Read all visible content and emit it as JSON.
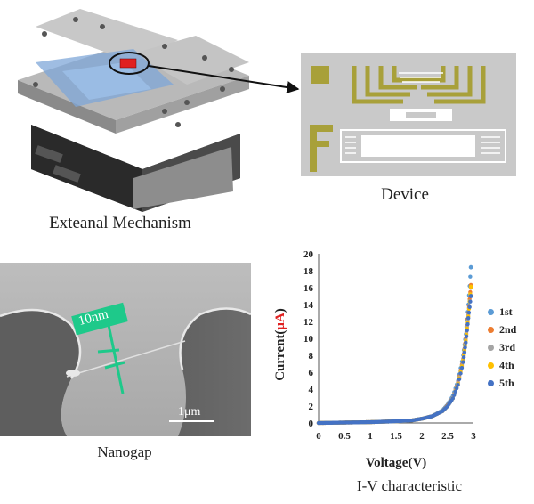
{
  "panels": {
    "mechanism": {
      "caption": "Exteanal Mechanism"
    },
    "device": {
      "caption": "Device"
    },
    "nanogap": {
      "caption": "Nanogap",
      "gap_label": "10nm",
      "scale_label": "1μm"
    },
    "iv": {
      "caption": "I-V characteristic"
    }
  },
  "colors": {
    "device_bg": "#c9c9c9",
    "electrode": "#a8a03a",
    "accent_red": "#e02020",
    "sem_marker": "#1ec98a"
  },
  "chart_data": {
    "type": "scatter",
    "xlabel": "Voltage(V)",
    "ylabel_prefix": "Current(",
    "ylabel_unit": "μA",
    "ylabel_suffix": ")",
    "xlim": [
      0,
      3
    ],
    "ylim": [
      0,
      20
    ],
    "xticks": [
      "0",
      "0.5",
      "1",
      "1.5",
      "2",
      "2.5",
      "3"
    ],
    "yticks": [
      "0",
      "2",
      "4",
      "6",
      "8",
      "10",
      "12",
      "14",
      "16",
      "18",
      "20"
    ],
    "legend_position": "right",
    "series": [
      {
        "name": "1st",
        "color": "#5b9bd5",
        "x": [
          0,
          0.5,
          1.0,
          1.5,
          1.8,
          2.0,
          2.2,
          2.4,
          2.5,
          2.6,
          2.7,
          2.8,
          2.85,
          2.9,
          2.95
        ],
        "y": [
          0,
          0.05,
          0.1,
          0.2,
          0.3,
          0.5,
          0.8,
          1.5,
          2.2,
          3.2,
          5.0,
          8.0,
          10.5,
          14.0,
          18.4
        ]
      },
      {
        "name": "2nd",
        "color": "#ed7d31",
        "x": [
          0,
          0.5,
          1.0,
          1.5,
          1.8,
          2.0,
          2.2,
          2.4,
          2.5,
          2.6,
          2.7,
          2.8,
          2.85,
          2.9,
          2.95
        ],
        "y": [
          0,
          0.05,
          0.1,
          0.2,
          0.3,
          0.5,
          0.8,
          1.4,
          2.1,
          3.0,
          4.8,
          7.6,
          10.0,
          13.0,
          16.3
        ]
      },
      {
        "name": "3rd",
        "color": "#a5a5a5",
        "x": [
          0,
          0.5,
          1.0,
          1.5,
          1.8,
          2.0,
          2.2,
          2.4,
          2.5,
          2.6,
          2.7,
          2.8,
          2.85,
          2.9,
          2.95
        ],
        "y": [
          0,
          0.05,
          0.1,
          0.2,
          0.3,
          0.5,
          0.8,
          1.4,
          2.0,
          3.0,
          4.7,
          7.5,
          9.8,
          12.8,
          16.0
        ]
      },
      {
        "name": "4th",
        "color": "#ffc000",
        "x": [
          0,
          0.5,
          1.0,
          1.5,
          1.8,
          2.0,
          2.2,
          2.4,
          2.5,
          2.6,
          2.7,
          2.8,
          2.85,
          2.9,
          2.95
        ],
        "y": [
          0,
          0.05,
          0.1,
          0.2,
          0.3,
          0.5,
          0.8,
          1.4,
          2.0,
          2.9,
          4.6,
          7.4,
          9.7,
          12.6,
          16.1
        ]
      },
      {
        "name": "5th",
        "color": "#4472c4",
        "x": [
          0,
          0.5,
          1.0,
          1.5,
          1.8,
          2.0,
          2.2,
          2.4,
          2.5,
          2.6,
          2.7,
          2.8,
          2.85,
          2.9,
          2.95
        ],
        "y": [
          0,
          0.05,
          0.1,
          0.2,
          0.3,
          0.5,
          0.8,
          1.4,
          2.0,
          2.9,
          4.5,
          7.2,
          9.5,
          12.4,
          15.0
        ]
      }
    ]
  }
}
